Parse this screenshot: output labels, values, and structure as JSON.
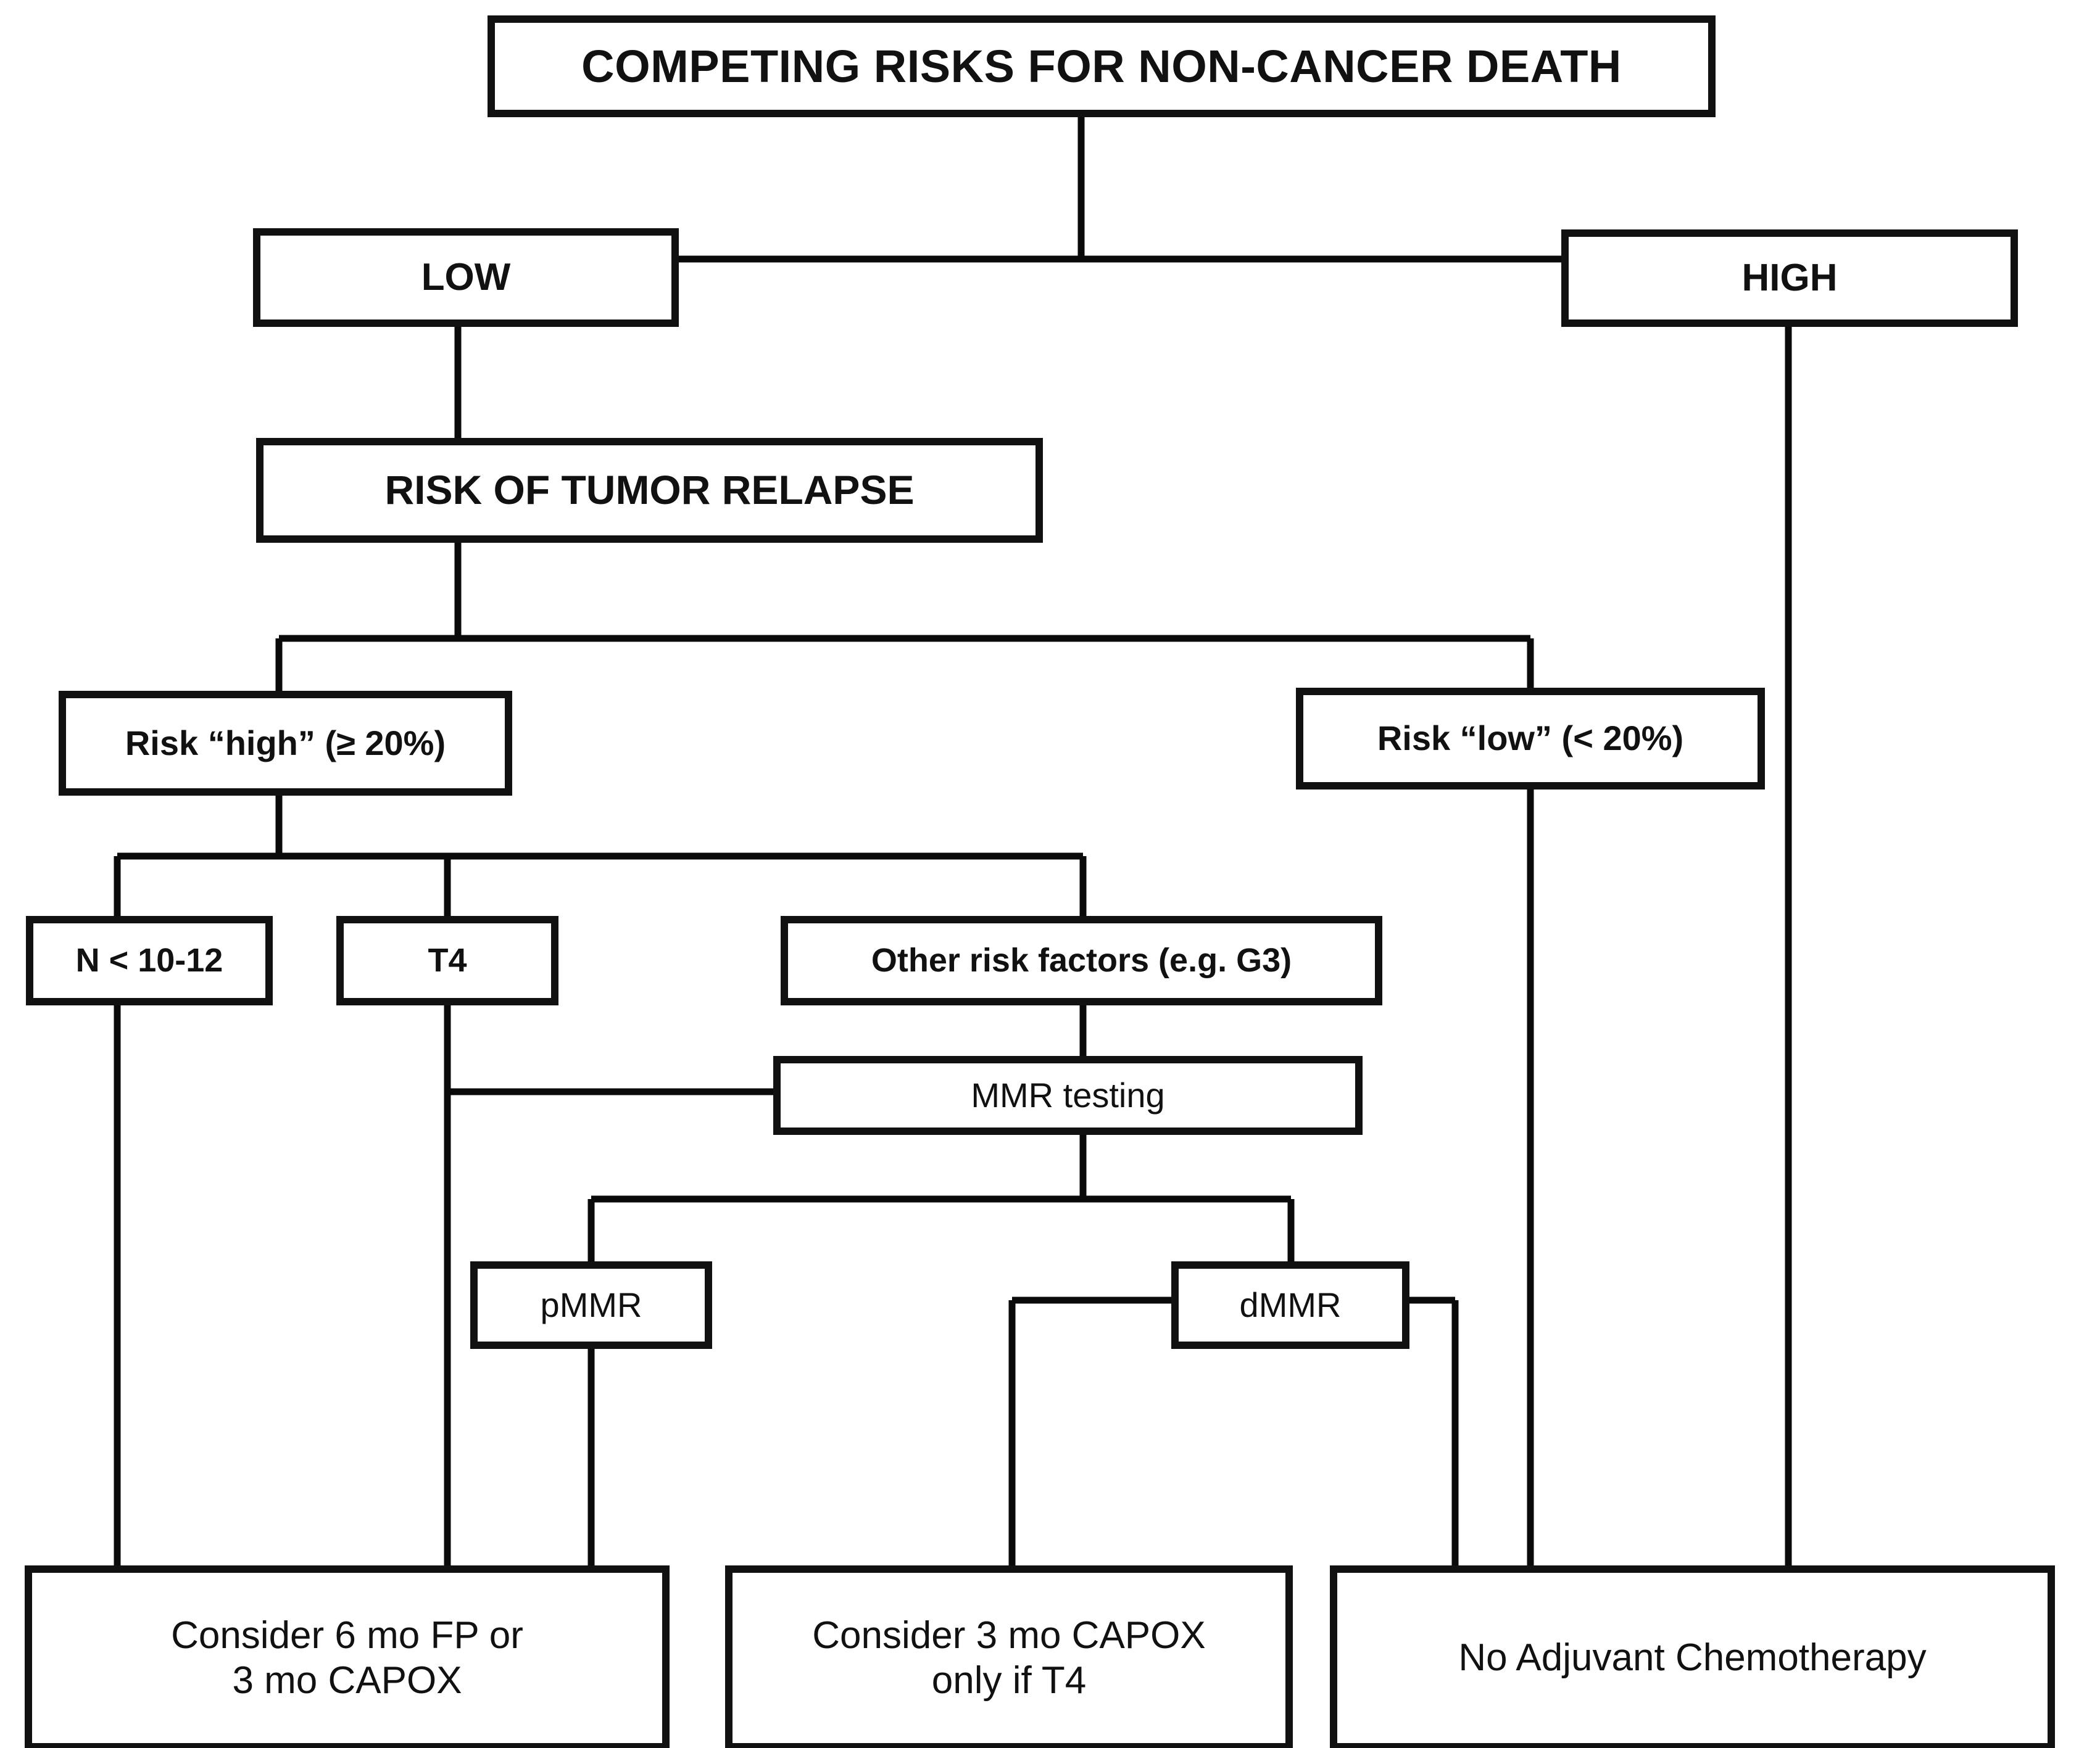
{
  "diagram": {
    "title": "COMPETING RISKS FOR NON-CANCER DEATH",
    "type": "decision-flowchart",
    "nodes": {
      "root": "COMPETING RISKS FOR NON-CANCER DEATH",
      "low": "LOW",
      "high": "HIGH",
      "relapse": "RISK OF TUMOR RELAPSE",
      "risk_high": "Risk “high” (≥ 20%)",
      "risk_low": "Risk “low” (< 20%)",
      "n_nodes": "N < 10-12",
      "t4": "T4",
      "other_risk": "Other risk factors (e.g. G3)",
      "mmr_testing": "MMR testing",
      "pmmr": "pMMR",
      "dmmr": "dMMR",
      "outcome_fp_capox": "Consider 6 mo FP or\n3 mo CAPOX",
      "outcome_capox_t4": "Consider 3 mo CAPOX\nonly if T4",
      "outcome_none": "No Adjuvant Chemotherapy"
    },
    "edges": [
      {
        "from": "root",
        "to": "low"
      },
      {
        "from": "root",
        "to": "high"
      },
      {
        "from": "low",
        "to": "relapse"
      },
      {
        "from": "relapse",
        "to": "risk_high"
      },
      {
        "from": "relapse",
        "to": "risk_low"
      },
      {
        "from": "risk_high",
        "to": "n_nodes"
      },
      {
        "from": "risk_high",
        "to": "t4"
      },
      {
        "from": "risk_high",
        "to": "other_risk"
      },
      {
        "from": "t4",
        "to": "mmr_testing"
      },
      {
        "from": "other_risk",
        "to": "mmr_testing"
      },
      {
        "from": "mmr_testing",
        "to": "pmmr"
      },
      {
        "from": "mmr_testing",
        "to": "dmmr"
      },
      {
        "from": "n_nodes",
        "to": "outcome_fp_capox"
      },
      {
        "from": "t4",
        "to": "outcome_fp_capox"
      },
      {
        "from": "pmmr",
        "to": "outcome_fp_capox"
      },
      {
        "from": "dmmr",
        "to": "outcome_capox_t4"
      },
      {
        "from": "dmmr",
        "to": "outcome_none"
      },
      {
        "from": "risk_low",
        "to": "outcome_none"
      },
      {
        "from": "high",
        "to": "outcome_none"
      }
    ],
    "colors": {
      "line": "#0a0a0a",
      "border": "#111111",
      "background": "#ffffff",
      "text": "#111111"
    }
  }
}
